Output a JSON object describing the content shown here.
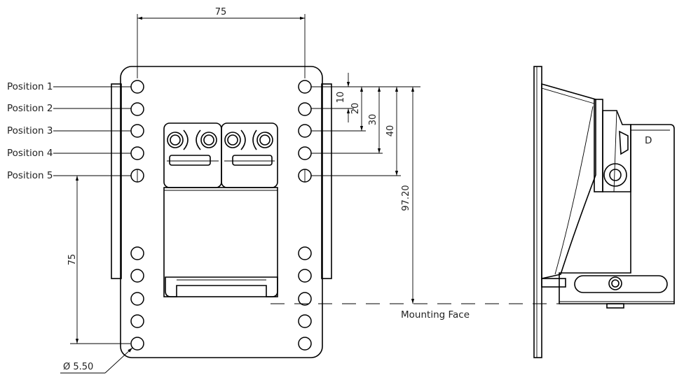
{
  "labels": {
    "positions": [
      "Position 1",
      "Position 2",
      "Position 3",
      "Position 4",
      "Position 5"
    ],
    "mounting_face": "Mounting Face",
    "hole_diameter": "Ø 5.50"
  },
  "dimensions": {
    "hole_spacing_horizontal": "75",
    "hole_spacing_vertical": "75",
    "offset_10": "10",
    "offset_20": "20",
    "offset_30": "30",
    "offset_40": "40",
    "height_to_mounting_face": "97.20"
  },
  "side_view": {
    "marker": "D"
  }
}
